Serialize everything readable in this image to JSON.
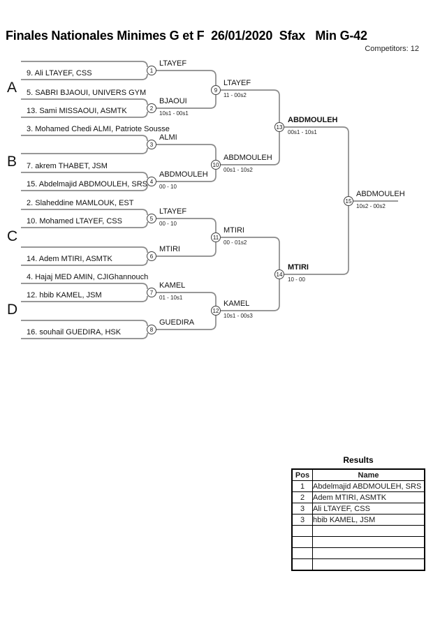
{
  "header": {
    "title": "Finales Nationales Minimes G et F  26/01/2020  Sfax   Min G-42",
    "competitors": "Competitors: 12"
  },
  "bracket": {
    "groups": [
      {
        "label": "A"
      },
      {
        "label": "B"
      },
      {
        "label": "C"
      },
      {
        "label": "D"
      }
    ],
    "entries": [
      {
        "text": ""
      },
      {
        "text": "9. Ali LTAYEF, CSS"
      },
      {
        "text": "5. SABRI BJAOUI, UNIVERS GYM"
      },
      {
        "text": "13. Sami MISSAOUI, ASMTK"
      },
      {
        "text": "3. Mohamed Chedi ALMI, Patriote Sousse"
      },
      {
        "text": ""
      },
      {
        "text": "7. akrem THABET, JSM"
      },
      {
        "text": "15. Abdelmajid ABDMOULEH, SRS"
      },
      {
        "text": "2. Slaheddine MAMLOUK, EST"
      },
      {
        "text": "10. Mohamed LTAYEF, CSS"
      },
      {
        "text": ""
      },
      {
        "text": "14. Adem MTIRI, ASMTK"
      },
      {
        "text": "4. Hajaj MED AMIN, CJIGhannouch"
      },
      {
        "text": "12. hbib KAMEL, JSM"
      },
      {
        "text": ""
      },
      {
        "text": "16. souhail GUEDIRA, HSK"
      }
    ],
    "matches": [
      {
        "num": "1",
        "winner": "LTAYEF",
        "score": ""
      },
      {
        "num": "2",
        "winner": "BJAOUI",
        "score": "10s1 - 00s1"
      },
      {
        "num": "3",
        "winner": "ALMI",
        "score": ""
      },
      {
        "num": "4",
        "winner": "ABDMOULEH",
        "score": "00 - 10"
      },
      {
        "num": "5",
        "winner": "LTAYEF",
        "score": "00 - 10"
      },
      {
        "num": "6",
        "winner": "MTIRI",
        "score": ""
      },
      {
        "num": "7",
        "winner": "KAMEL",
        "score": "01 - 10s1"
      },
      {
        "num": "8",
        "winner": "GUEDIRA",
        "score": ""
      },
      {
        "num": "9",
        "winner": "LTAYEF",
        "score": "11 - 00s2"
      },
      {
        "num": "10",
        "winner": "ABDMOULEH",
        "score": "00s1 - 10s2"
      },
      {
        "num": "11",
        "winner": "MTIRI",
        "score": "00 - 01s2"
      },
      {
        "num": "12",
        "winner": "KAMEL",
        "score": "10s1 - 00s3"
      },
      {
        "num": "13",
        "winner": "ABDMOULEH",
        "score": "00s1 - 10s1"
      },
      {
        "num": "14",
        "winner": "MTIRI",
        "score": "10 - 00"
      },
      {
        "num": "15",
        "winner": "ABDMOULEH",
        "score": "10s2 - 00s2"
      }
    ]
  },
  "results": {
    "title": "Results",
    "headers": [
      "Pos",
      "Name"
    ],
    "rows": [
      [
        "1",
        "Abdelmajid ABDMOULEH, SRS"
      ],
      [
        "2",
        "Adem MTIRI, ASMTK"
      ],
      [
        "3",
        "Ali LTAYEF, CSS"
      ],
      [
        "3",
        "hbib KAMEL, JSM"
      ],
      [
        "",
        ""
      ],
      [
        "",
        ""
      ],
      [
        "",
        ""
      ],
      [
        "",
        ""
      ]
    ]
  },
  "colors": {
    "line": "#8a8a8a",
    "circle_border": "#3f3f3f",
    "text": "#1a1a1a",
    "table_border": "#000000",
    "background": "#ffffff"
  }
}
